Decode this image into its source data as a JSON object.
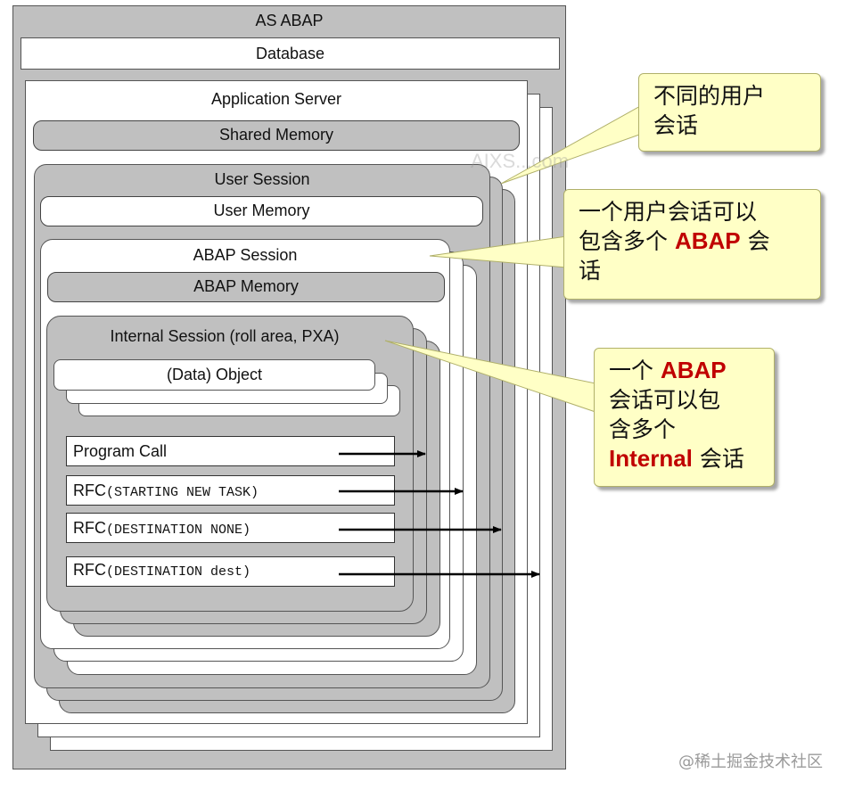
{
  "diagram": {
    "as_abap": "AS ABAP",
    "database": "Database",
    "application_server": "Application Server",
    "shared_memory": "Shared Memory",
    "user_session": "User Session",
    "user_memory": "User Memory",
    "abap_session": "ABAP Session",
    "abap_memory": "ABAP Memory",
    "internal_session": "Internal Session (roll area, PXA)",
    "data_object": "(Data) Object",
    "calls": [
      {
        "prefix": "Program Call",
        "code": ""
      },
      {
        "prefix": "RFC",
        "code": "(STARTING NEW TASK)"
      },
      {
        "prefix": "RFC",
        "code": "(DESTINATION NONE)"
      },
      {
        "prefix": "RFC",
        "code": "(DESTINATION dest)"
      }
    ]
  },
  "notes": {
    "note1": {
      "line1": "不同的用户",
      "line2": "会话"
    },
    "note2": {
      "line1": "一个用户会话可以",
      "line2_a": "包含多个 ",
      "line2_hl": "ABAP",
      "line2_b": " 会",
      "line3": "话"
    },
    "note3": {
      "line1_a": "一个 ",
      "line1_hl": "ABAP",
      "line2": "会话可以包",
      "line3": "含多个",
      "line4_hl": "Internal",
      "line4_b": " 会话"
    }
  },
  "watermark": "AIXS...com",
  "footer": "@稀土掘金技术社区",
  "colors": {
    "box_gray": "#c0c0c0",
    "note_bg": "#ffffc6",
    "highlight": "#c00000"
  }
}
